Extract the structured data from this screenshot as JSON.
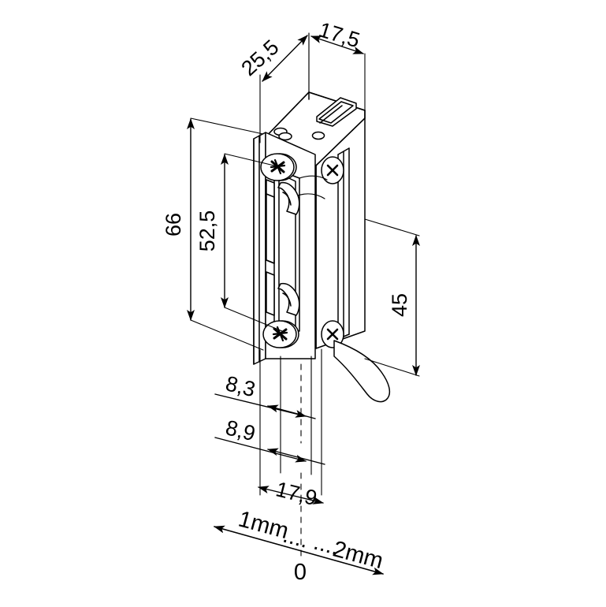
{
  "drawing": {
    "type": "technical-dimension-drawing",
    "subject": "electric door strike isometric view",
    "background_color": "#ffffff",
    "line_color": "#000000",
    "units": "mm"
  },
  "dimensions": {
    "depth_top_diagonal": "25,5",
    "width_top": "17,5",
    "height_overall": "66",
    "height_faceplate_inner": "52,5",
    "height_body_right": "45",
    "offset_a": "8,3",
    "offset_b": "8,9",
    "width_bottom": "17,9"
  },
  "scale_note": {
    "left_label": "1mm",
    "dots_left": "....",
    "right_label": "2mm",
    "dots_right": "....",
    "origin_label": "0",
    "combined": "1mm........2mm"
  },
  "labels": {
    "d_25_5": "25,5",
    "d_17_5": "17,5",
    "d_66": "66",
    "d_52_5": "52,5",
    "d_45": "45",
    "d_8_3": "8,3",
    "d_8_9": "8,9",
    "d_17_9": "17,9",
    "s_1mm": "1mm",
    "s_2mm": "2mm",
    "s_dots_l": "....",
    "s_dots_r": "....",
    "s_zero": "0"
  }
}
